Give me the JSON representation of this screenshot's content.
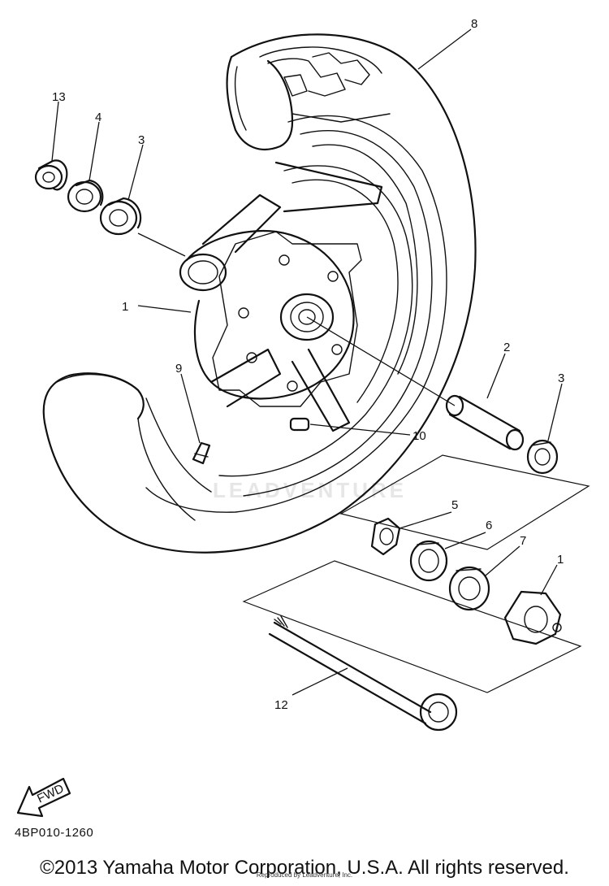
{
  "watermark": "LEADVENTURE",
  "callouts": [
    {
      "id": "callout-13-hub-collar",
      "label": "13"
    },
    {
      "id": "callout-4-oil-seal",
      "label": "4"
    },
    {
      "id": "callout-3-bearing-left",
      "label": "3"
    },
    {
      "id": "callout-8-tire",
      "label": "8"
    },
    {
      "id": "callout-1-cast-wheel",
      "label": "1"
    },
    {
      "id": "callout-9-valve",
      "label": "9"
    },
    {
      "id": "callout-10-balance-weight",
      "label": "10"
    },
    {
      "id": "callout-2-spacer",
      "label": "2"
    },
    {
      "id": "callout-3-bearing-right",
      "label": "3"
    },
    {
      "id": "callout-5-gear-retainer",
      "label": "5"
    },
    {
      "id": "callout-6-oil-seal",
      "label": "6"
    },
    {
      "id": "callout-7-bearing",
      "label": "7"
    },
    {
      "id": "callout-1-meter-gear-unit",
      "label": "1"
    },
    {
      "id": "callout-12-wheel-axle",
      "label": "12"
    }
  ],
  "fwd_label": "FWD",
  "drawing_code": "4BP010-1260",
  "copyright": "©2013 Yamaha Motor Corporation, U.S.A. All rights reserved.",
  "reproduced_note": "Reproduced by Leadventure, Inc."
}
